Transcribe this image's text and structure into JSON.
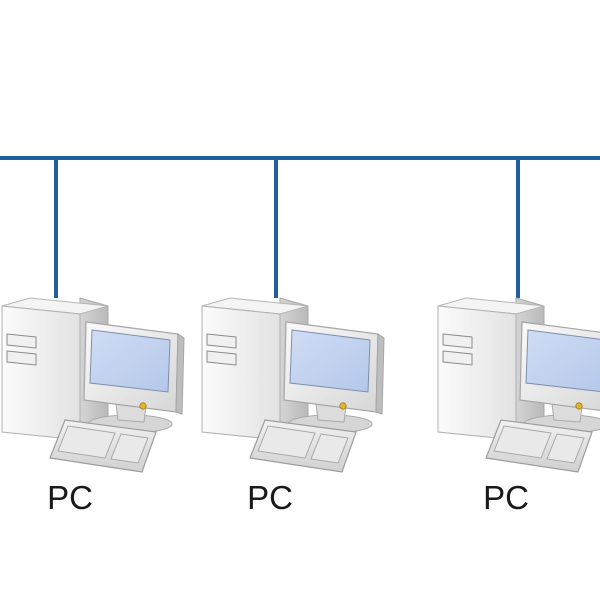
{
  "diagram": {
    "type": "bus-network",
    "bus_color": "#1f5fa0",
    "nodes": [
      {
        "label": "PC",
        "icon": "desktop-computer-icon"
      },
      {
        "label": "PC",
        "icon": "desktop-computer-icon"
      },
      {
        "label": "PC",
        "icon": "desktop-computer-icon"
      }
    ]
  }
}
